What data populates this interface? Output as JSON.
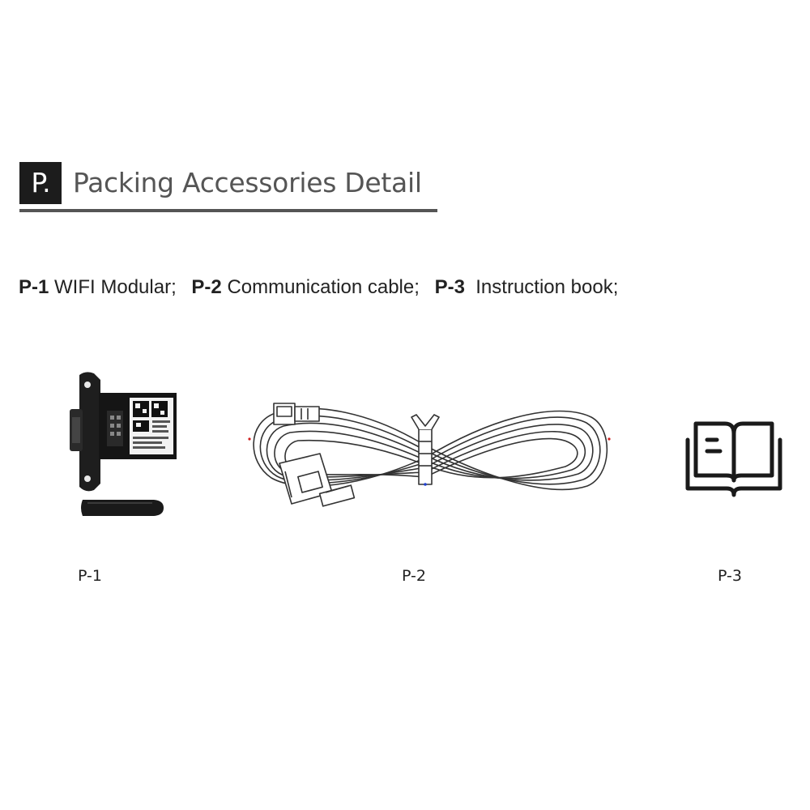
{
  "section": {
    "badge": "P.",
    "title": "Packing Accessories Detail"
  },
  "summary": [
    {
      "code": "P-1",
      "name": "WIFI Modular",
      "sep": ";"
    },
    {
      "code": "P-2",
      "name": "Communication cable",
      "sep": ";"
    },
    {
      "code": "P-3",
      "name": "Instruction book",
      "sep": ";"
    }
  ],
  "items": [
    {
      "caption": "P-1",
      "icon": "wifi-module-icon"
    },
    {
      "caption": "P-2",
      "icon": "communication-cable-icon"
    },
    {
      "caption": "P-3",
      "icon": "instruction-book-icon"
    }
  ]
}
